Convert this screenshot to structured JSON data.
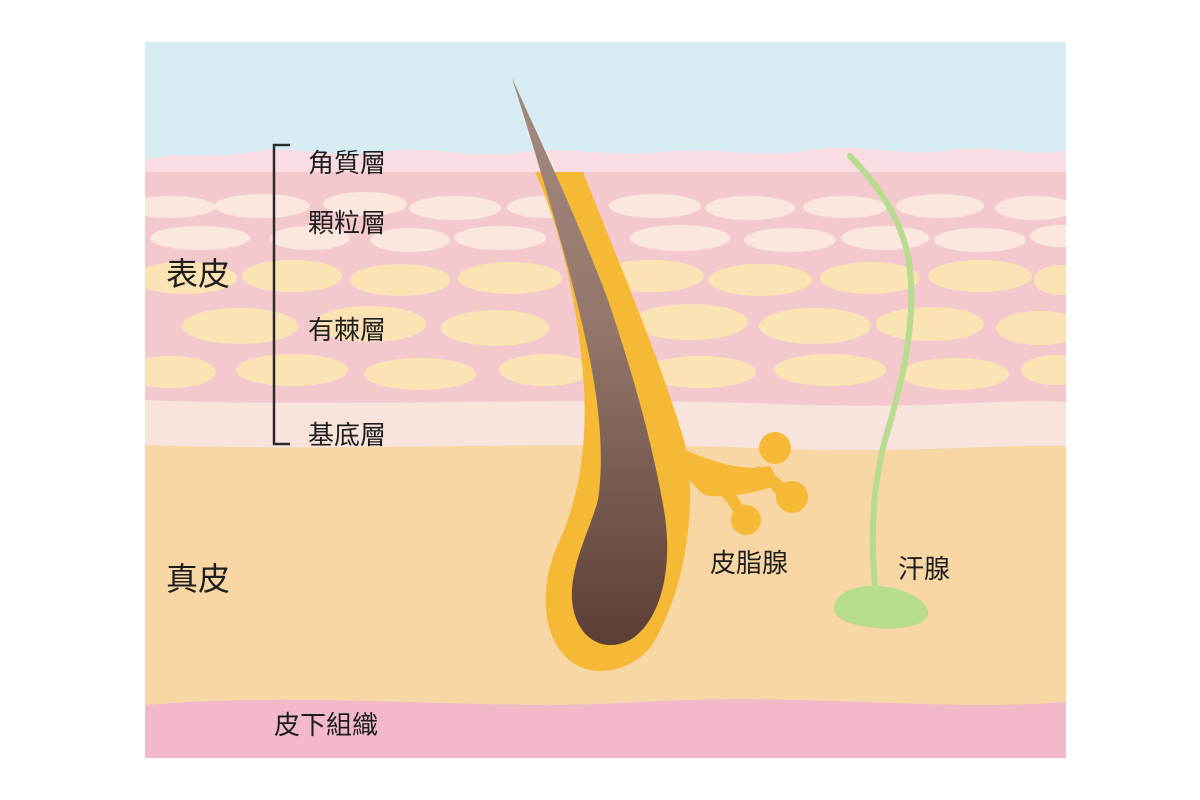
{
  "labels": {
    "epidermis": "表皮",
    "stratum_corneum": "角質層",
    "stratum_granulosum": "顆粒層",
    "stratum_spinosum": "有棘層",
    "stratum_basale": "基底層",
    "dermis": "真皮",
    "sebaceous_gland": "皮脂腺",
    "sweat_gland": "汗腺",
    "subcutaneous_tissue": "皮下組織"
  },
  "colors": {
    "sky": "#d7ecf2",
    "corneum": "#f9dde3",
    "epidermis": "#f4c9ce",
    "cell_pale": "#fbe6e0",
    "cell_yellow": "#fbe3b4",
    "basale": "#f9e3dd",
    "dermis": "#f8d7a4",
    "subcutaneous": "#f2b9c8",
    "follicle": "#f6b935",
    "hair_dark": "#5c3f36",
    "hair_light": "#a68475",
    "sweat_gland": "#b7dc8e"
  }
}
